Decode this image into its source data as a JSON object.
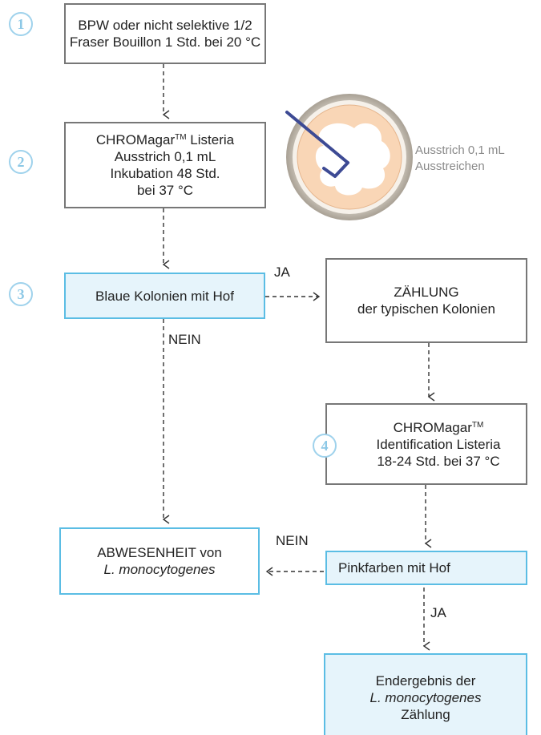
{
  "steps": {
    "s1": "1",
    "s2": "2",
    "s3": "3",
    "s4": "4"
  },
  "box1": {
    "line1": "BPW oder nicht selektive 1/2",
    "line2": "Fraser Bouillon 1 Std. bei 20 °C"
  },
  "box2": {
    "brand": "CHROMagar",
    "tm": "TM",
    "product": " Listeria",
    "line2": "Ausstrich 0,1 mL",
    "line3": "Inkubation 48 Std.",
    "line4": "bei 37 °C"
  },
  "plate": {
    "line1": "Ausstrich 0,1 mL",
    "line2": "Ausstreichen"
  },
  "box3": {
    "text": "Blaue Kolonien mit Hof"
  },
  "box4": {
    "line1": "ZÄHLUNG",
    "line2": "der typischen Kolonien"
  },
  "box5": {
    "brand": "CHROMagar",
    "tm": "TM",
    "line2": "Identification Listeria",
    "line3": "18-24 Std. bei 37 °C"
  },
  "box6": {
    "line1": "ABWESENHEIT von",
    "line2": "L. monocytogenes"
  },
  "box7": {
    "text": "Pinkfarben mit Hof"
  },
  "box8": {
    "line1": "Endergebnis der",
    "line2": "L. monocytogenes",
    "line3": "Zählung"
  },
  "labels": {
    "ja1": "JA",
    "nein1": "NEIN",
    "nein2": "NEIN",
    "ja2": "JA"
  },
  "colors": {
    "gray_border": "#777777",
    "blue_border": "#5bbde4",
    "blue_fill": "#e6f4fb",
    "step_circle": "#9fd2ec",
    "plate_loop": "#3d4a94",
    "agar": "#f9d6b6"
  }
}
